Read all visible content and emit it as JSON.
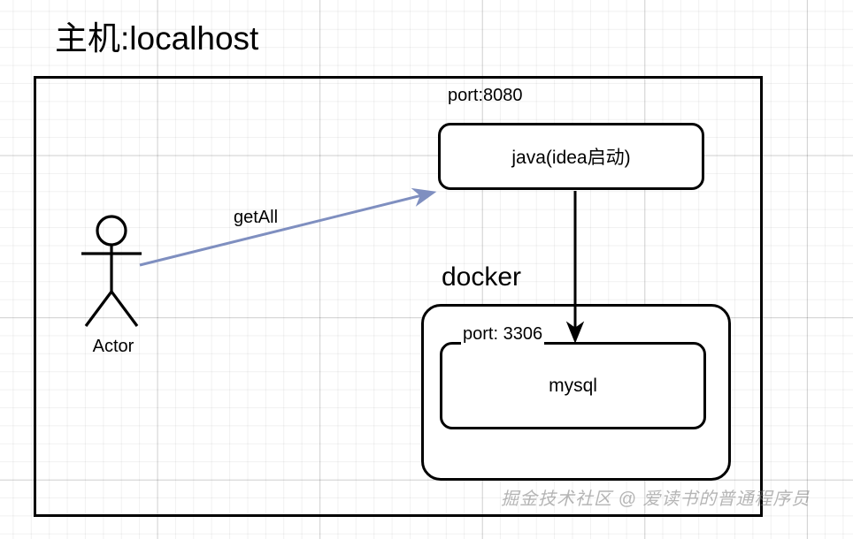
{
  "diagram": {
    "title": "主机:localhost",
    "nodes": {
      "java": {
        "label": "java(idea启动)",
        "port_label": "port:8080"
      },
      "docker": {
        "label": "docker"
      },
      "mysql": {
        "label": "mysql",
        "port_label": "port: 3306"
      },
      "actor": {
        "label": "Actor",
        "icon": "stick-figure-actor-icon"
      }
    },
    "edges": [
      {
        "id": "actor-to-java",
        "label": "getAll",
        "from": "actor",
        "to": "java",
        "color": "#7f8fc0",
        "style": "solid-arrow"
      },
      {
        "id": "java-to-mysql",
        "label": "",
        "from": "java",
        "to": "mysql",
        "color": "#000000",
        "style": "solid-arrow"
      }
    ],
    "watermark": "掘金技术社区 @ 爱读书的普通程序员",
    "colors": {
      "stroke": "#000000",
      "arrow_blue": "#7f8fc0",
      "grid": "#e6e6e6",
      "background": "#ffffff",
      "watermark": "#8a8a8a"
    }
  }
}
